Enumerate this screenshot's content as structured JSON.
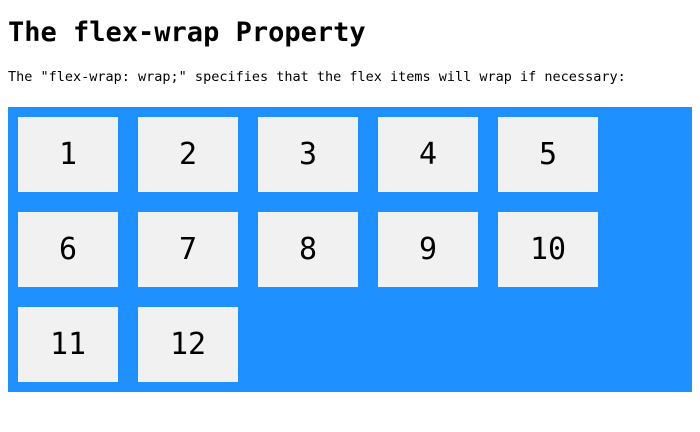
{
  "page": {
    "title": "The flex-wrap Property",
    "description": "The \"flex-wrap: wrap;\" specifies that the flex items will wrap if necessary:"
  },
  "flex_demo": {
    "container_color": "#1e90ff",
    "item_color": "#f1f1f1",
    "items": [
      {
        "label": "1"
      },
      {
        "label": "2"
      },
      {
        "label": "3"
      },
      {
        "label": "4"
      },
      {
        "label": "5"
      },
      {
        "label": "6"
      },
      {
        "label": "7"
      },
      {
        "label": "8"
      },
      {
        "label": "9"
      },
      {
        "label": "10"
      },
      {
        "label": "11"
      },
      {
        "label": "12"
      }
    ]
  }
}
